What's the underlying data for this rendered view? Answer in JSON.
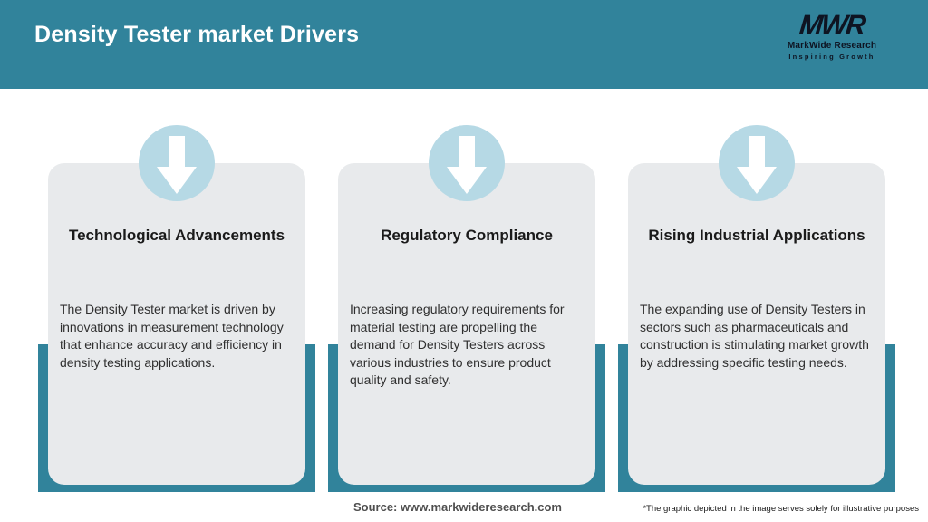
{
  "header": {
    "title": "Density Tester market Drivers",
    "background_color": "#31839B",
    "logo": {
      "acronym": "MWR",
      "name": "MarkWide Research",
      "tagline": "Inspiring Growth"
    }
  },
  "cards": [
    {
      "icon": "down-arrow-icon",
      "title": "Technological Advancements",
      "body": "The Density Tester market is driven by innovations in measurement technology that enhance accuracy and efficiency in density testing applications."
    },
    {
      "icon": "down-arrow-icon",
      "title": "Regulatory Compliance",
      "body": "Increasing regulatory requirements for material testing are propelling the demand for Density Testers across various industries to ensure product quality and safety."
    },
    {
      "icon": "down-arrow-icon",
      "title": "Rising Industrial Applications",
      "body": "The expanding use of Density Testers in sectors such as pharmaceuticals and construction is stimulating market growth by addressing specific testing needs."
    }
  ],
  "footer": {
    "source": "Source: www.markwideresearch.com",
    "disclaimer": "*The graphic depicted in the image serves solely for illustrative purposes"
  },
  "colors": {
    "accent_teal": "#31839B",
    "icon_circle_blue": "#B6D9E5",
    "card_background": "#E8EAEC",
    "title_text": "#1A1A1A",
    "body_text": "#2F2F2F",
    "source_text": "#4F4F4F"
  }
}
